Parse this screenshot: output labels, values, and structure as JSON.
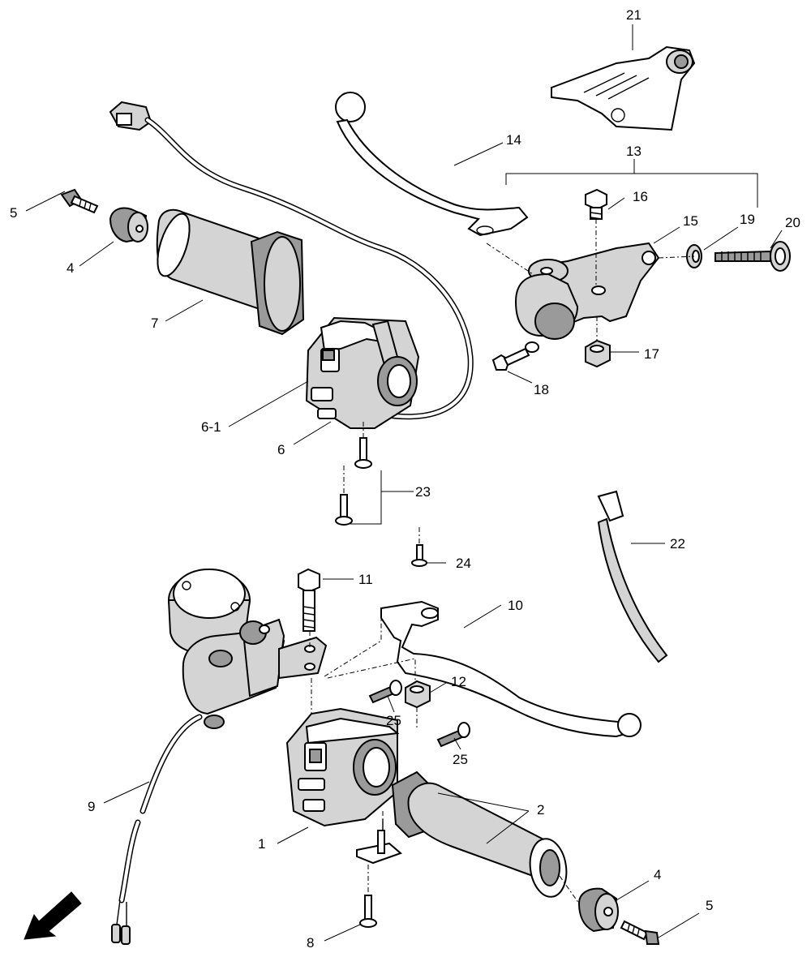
{
  "diagram": {
    "labels": [
      {
        "id": "l21",
        "text": "21"
      },
      {
        "id": "l14",
        "text": "14"
      },
      {
        "id": "l13",
        "text": "13"
      },
      {
        "id": "l16",
        "text": "16"
      },
      {
        "id": "l15",
        "text": "15"
      },
      {
        "id": "l19",
        "text": "19"
      },
      {
        "id": "l20",
        "text": "20"
      },
      {
        "id": "l5a",
        "text": "5"
      },
      {
        "id": "l4a",
        "text": "4"
      },
      {
        "id": "l7",
        "text": "7"
      },
      {
        "id": "l17",
        "text": "17"
      },
      {
        "id": "l18",
        "text": "18"
      },
      {
        "id": "l61",
        "text": "6-1"
      },
      {
        "id": "l6",
        "text": "6"
      },
      {
        "id": "l23",
        "text": "23"
      },
      {
        "id": "l22",
        "text": "22"
      },
      {
        "id": "l24",
        "text": "24"
      },
      {
        "id": "l11",
        "text": "11"
      },
      {
        "id": "l10",
        "text": "10"
      },
      {
        "id": "l12",
        "text": "12"
      },
      {
        "id": "l25a",
        "text": "25"
      },
      {
        "id": "l25b",
        "text": "25"
      },
      {
        "id": "l9",
        "text": "9"
      },
      {
        "id": "l2",
        "text": "2"
      },
      {
        "id": "l1",
        "text": "1"
      },
      {
        "id": "l4b",
        "text": "4"
      },
      {
        "id": "l5b",
        "text": "5"
      },
      {
        "id": "l8",
        "text": "8"
      }
    ],
    "direction_marker": "FWD"
  }
}
